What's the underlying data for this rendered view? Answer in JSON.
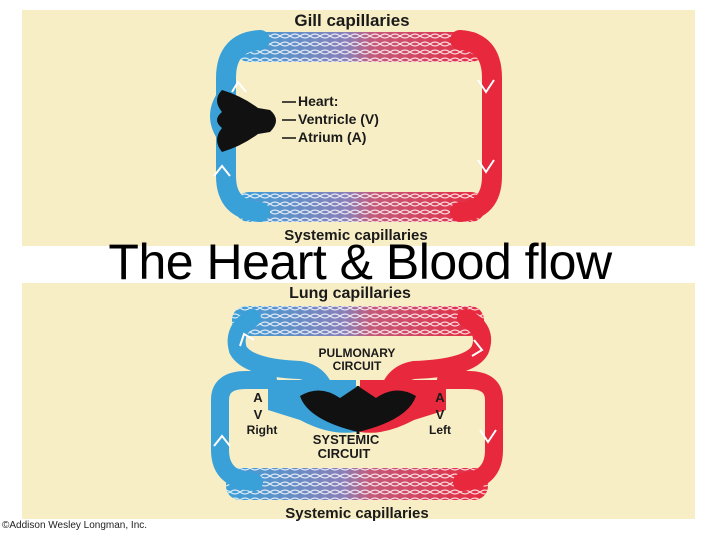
{
  "slide": {
    "title": "The Heart & Blood flow",
    "copyright": "©Addison Wesley Longman, Inc."
  },
  "fish_diagram": {
    "top_label": "Gill capillaries",
    "heart_label": "Heart:",
    "ventricle_label": "Ventricle (V)",
    "atrium_label": "Atrium (A)",
    "bottom_label": "Systemic capillaries"
  },
  "mammal_diagram": {
    "top_label": "Lung capillaries",
    "pulmonary_line1": "PULMONARY",
    "pulmonary_line2": "CIRCUIT",
    "right_a": "A",
    "right_v": "V",
    "right_side": "Right",
    "left_a": "A",
    "left_v": "V",
    "left_side": "Left",
    "systemic_line1": "SYSTEMIC",
    "systemic_line2": "CIRCUIT",
    "bottom_label": "Systemic capillaries"
  },
  "colors": {
    "oxygenated": "#e8283c",
    "deoxygenated": "#3aa0d8",
    "heart": "#111111",
    "panel_bg": "#f7eec6"
  }
}
